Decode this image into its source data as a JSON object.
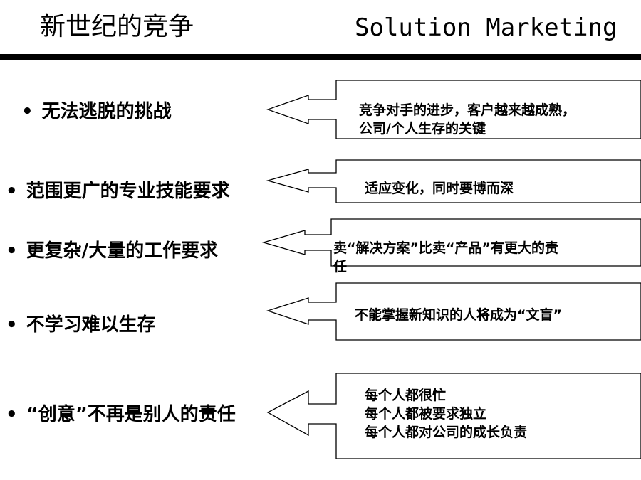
{
  "header": {
    "title_cn": "新世纪的竞争",
    "title_en": "Solution Marketing"
  },
  "bullet_glyph": "•",
  "rows": [
    {
      "bullet": "无法逃脱的挑战",
      "callout": "竞争对手的进步，客户越来越成熟，\n公司/个人生存的关键"
    },
    {
      "bullet": "范围更广的专业技能要求",
      "callout": "适应变化，同时要博而深"
    },
    {
      "bullet": "更复杂/大量的工作要求",
      "callout": "卖“解决方案”比卖“产品”有更大的责\n任"
    },
    {
      "bullet": "不学习难以生存",
      "callout": "不能掌握新知识的人将成为“文盲”"
    },
    {
      "bullet": "“创意”不再是别人的责任",
      "callout": "每个人都很忙\n每个人都被要求独立\n每个人都对公司的成长负责"
    }
  ]
}
